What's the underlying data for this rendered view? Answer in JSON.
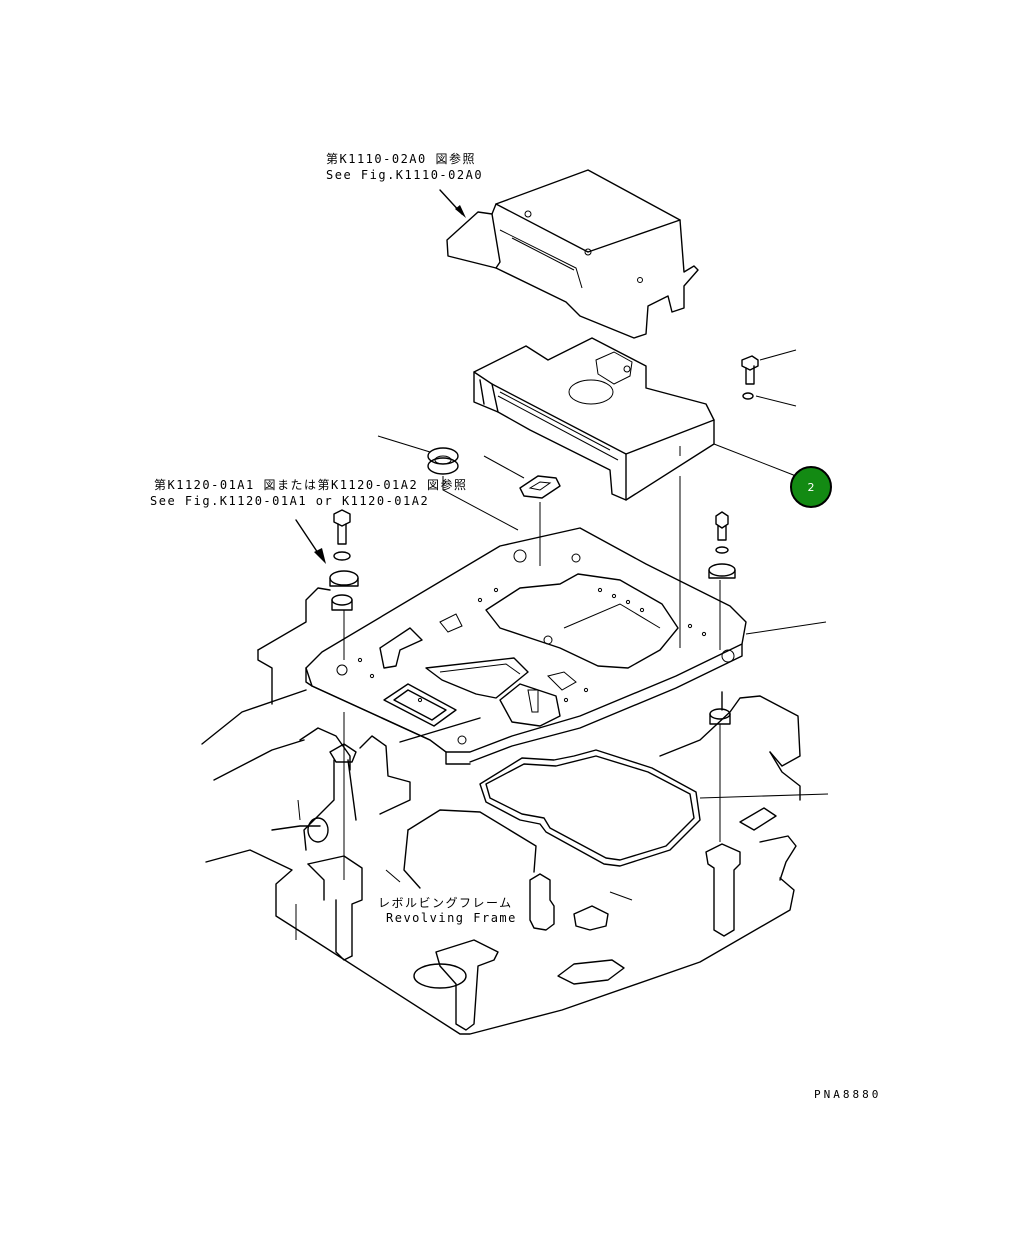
{
  "refs": {
    "top_jp": "第K1110-02A0 図参照",
    "top_en": "See Fig.K1110-02A0",
    "left_jp": "第K1120-01A1 図または第K1120-01A2 図参照",
    "left_en": "See Fig.K1120-01A1 or K1120-01A2"
  },
  "frame": {
    "jp": "レボルビングフレーム",
    "en": "Revolving Frame"
  },
  "callout": {
    "number": "2",
    "color": "#138a13"
  },
  "drawing_code": "PNA8880"
}
